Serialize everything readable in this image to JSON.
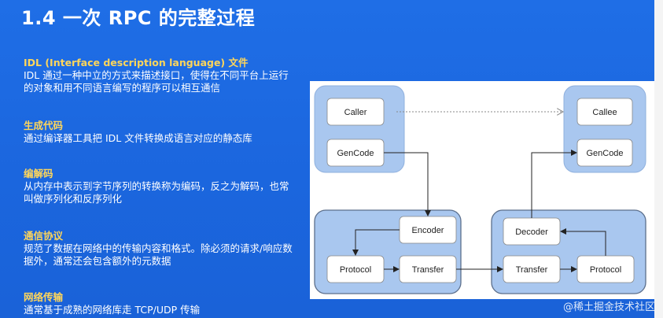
{
  "slide": {
    "title": "1.4 一次 RPC 的完整过程"
  },
  "sections": [
    {
      "heading": "IDL (Interface description language) 文件",
      "body": "IDL 通过一种中立的方式来描述接口，使得在不同平台上运行\n的对象和用不同语言编写的程序可以相互通信"
    },
    {
      "heading": "生成代码",
      "body": "通过编译器工具把 IDL 文件转换成语言对应的静态库"
    },
    {
      "heading": "编解码",
      "body": "从内存中表示到字节序列的转换称为编码，反之为解码，也常\n叫做序列化和反序列化"
    },
    {
      "heading": "通信协议",
      "body": "规范了数据在网络中的传输内容和格式。除必须的请求/响应数\n据外，通常还会包含额外的元数据"
    },
    {
      "heading": "网络传输",
      "body": "通常基于成熟的网络库走 TCP/UDP 传输"
    }
  ],
  "diagram": {
    "caller": "Caller",
    "caller_gencode": "GenCode",
    "callee": "Callee",
    "callee_gencode": "GenCode",
    "encoder": "Encoder",
    "client_protocol": "Protocol",
    "client_transfer": "Transfer",
    "decoder": "Decoder",
    "server_transfer": "Transfer",
    "server_protocol": "Protocol"
  },
  "watermark": "@稀土掘金技术社区",
  "colors": {
    "background": "#1c68e0",
    "heading": "#ffd65a",
    "group_fill": "#a9c7ef",
    "group_stroke": "#7f9fcc"
  }
}
